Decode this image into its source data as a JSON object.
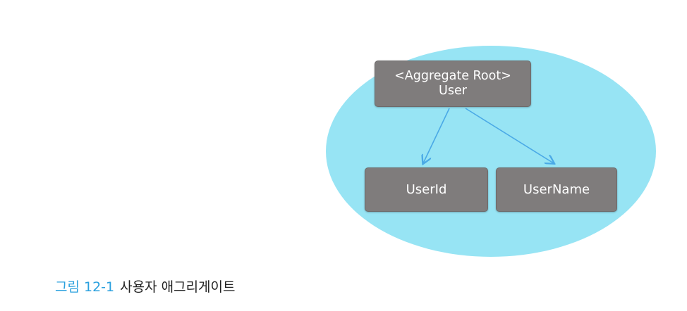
{
  "colors": {
    "ellipse_fill": "#97e4f4",
    "node_fill": "#7f7c7c",
    "node_text": "#ffffff",
    "arrow": "#4aa9e6",
    "caption_accent": "#2aa0de",
    "caption_text": "#222222"
  },
  "diagram": {
    "root": {
      "stereotype": "<Aggregate Root>",
      "name": "User"
    },
    "children": [
      {
        "name": "UserId"
      },
      {
        "name": "UserName"
      }
    ]
  },
  "caption": {
    "number": "그림 12-1",
    "text": "사용자 애그리게이트"
  }
}
